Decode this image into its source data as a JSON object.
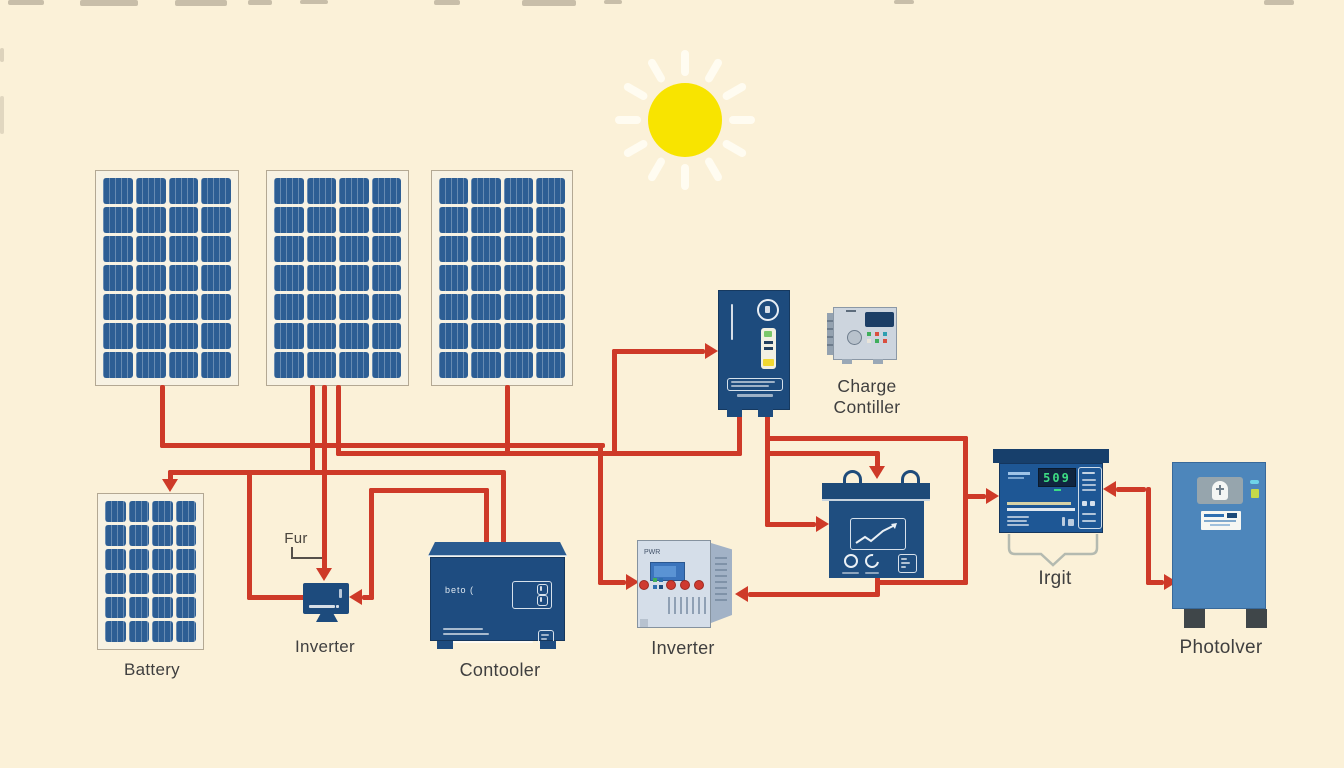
{
  "scene": {
    "title": "solar power system diagram",
    "colors": {
      "background": "#fbf1d8",
      "wire": "#ce3a28",
      "panel_blue": "#2d5e94",
      "device_navy": "#1d4b7d",
      "device_gray": "#d5dee9",
      "cabinet_blue": "#4d86bb",
      "sun_yellow": "#f8e400",
      "label": "#3f3f3f",
      "display_green": "#3ddc84"
    }
  },
  "labels": {
    "battery": "Battery",
    "inverter_small": "Inverter",
    "contooler": "Contooler",
    "inverter_main": "Inverter",
    "charge_line1": "Charge",
    "charge_line2": "Contiller",
    "irgit": "Irgit",
    "photolver": "Photolver",
    "fur": "Fur"
  },
  "devices": {
    "contooler": {
      "logo": "beto ("
    },
    "inverter_main": {
      "corner_text": "PWR"
    },
    "irgit": {
      "display_value": "509"
    }
  }
}
